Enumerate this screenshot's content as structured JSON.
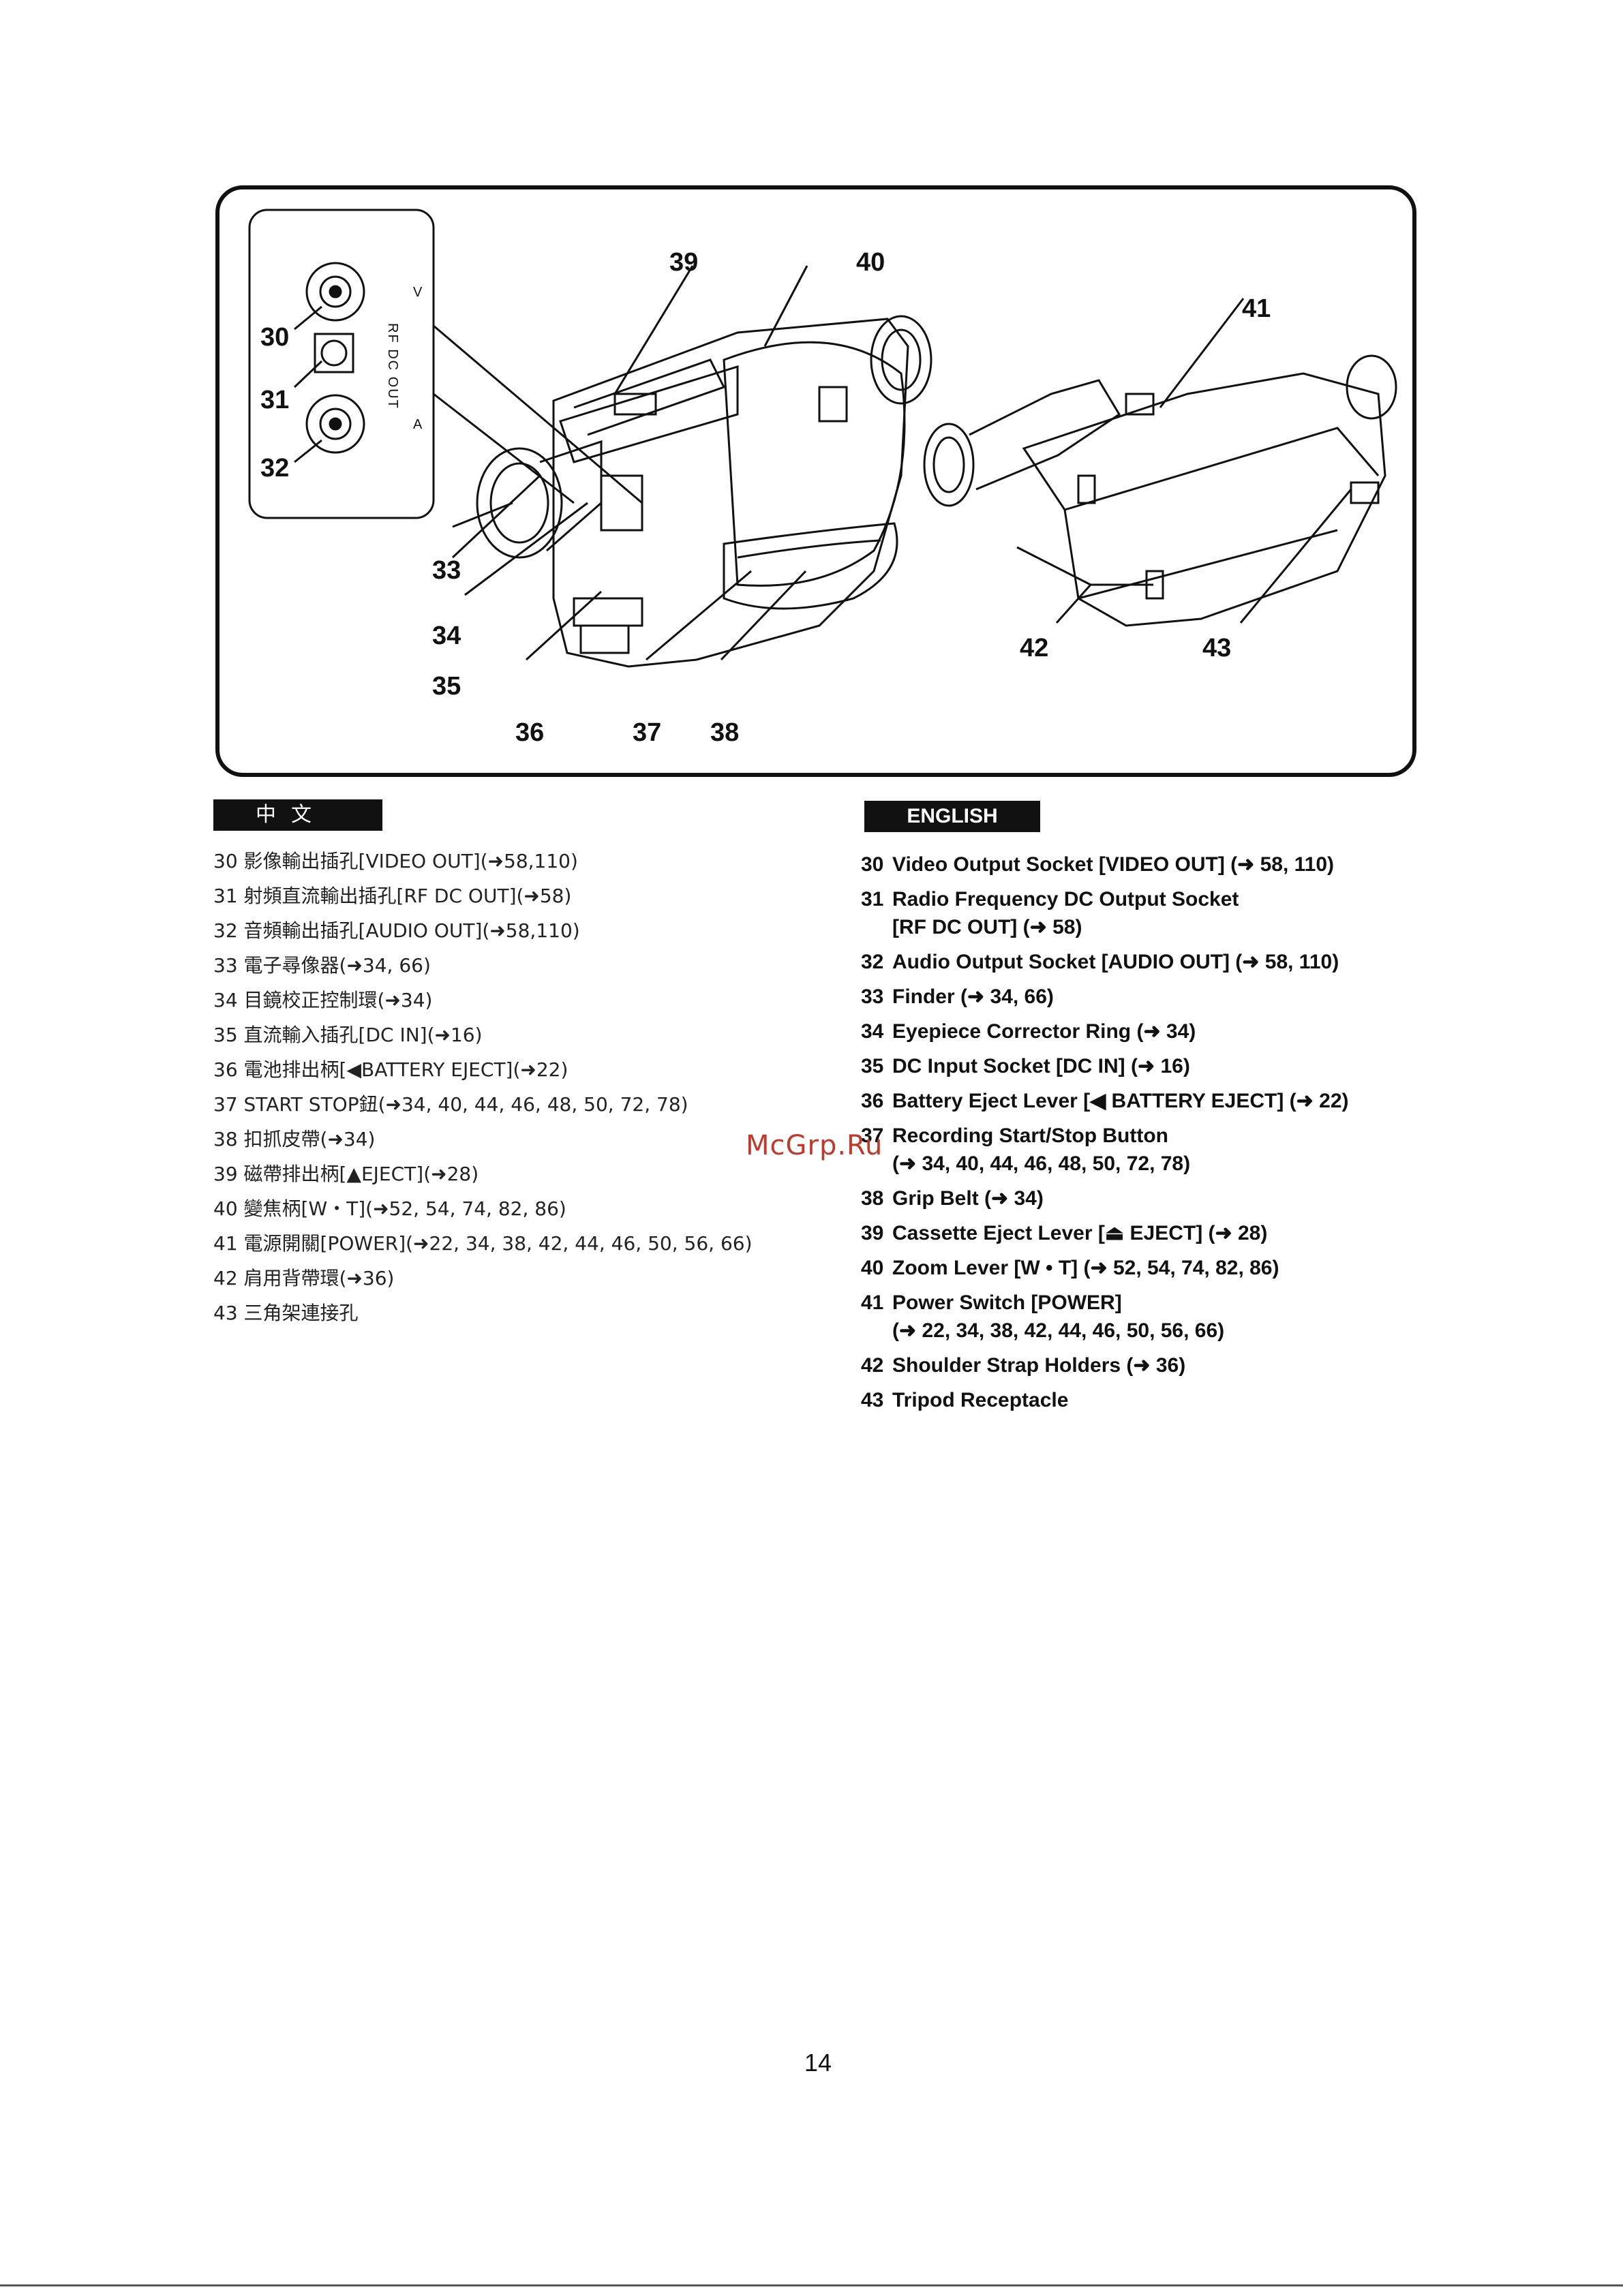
{
  "diagram": {
    "callouts": {
      "c30": "30",
      "c31": "31",
      "c32": "32",
      "c33": "33",
      "c34": "34",
      "c35": "35",
      "c36": "36",
      "c37": "37",
      "c38": "38",
      "c39": "39",
      "c40": "40",
      "c41": "41",
      "c42": "42",
      "c43": "43"
    },
    "sockets": {
      "video_label": "V",
      "rf_label": "RF DC OUT",
      "audio_label": "A"
    }
  },
  "chinese": {
    "header": "中文",
    "items": [
      "30 影像輸出插孔[VIDEO OUT](➜58,110)",
      "31 射頻直流輸出插孔[RF DC OUT](➜58)",
      "32 音頻輸出插孔[AUDIO OUT](➜58,110)",
      "33 電子尋像器(➜34, 66)",
      "34 目鏡校正控制環(➜34)",
      "35 直流輸入插孔[DC IN](➜16)",
      "36 電池排出柄[◀BATTERY EJECT](➜22)",
      "37 START STOP鈕(➜34, 40, 44, 46, 48, 50, 72, 78)",
      "38 扣抓皮帶(➜34)",
      "39 磁帶排出柄[▲EJECT](➜28)",
      "40 變焦柄[W・T](➜52, 54, 74, 82, 86)",
      "41 電源開關[POWER](➜22, 34, 38, 42, 44, 46, 50, 56, 66)",
      "42 肩用背帶環(➜36)",
      "43 三角架連接孔"
    ]
  },
  "english": {
    "header": "ENGLISH",
    "items": [
      {
        "num": "30",
        "text": "Video Output Socket [VIDEO OUT] (➜ 58, 110)",
        "cont": ""
      },
      {
        "num": "31",
        "text": "Radio Frequency DC Output Socket",
        "cont": "[RF DC OUT] (➜ 58)"
      },
      {
        "num": "32",
        "text": "Audio Output Socket [AUDIO OUT] (➜ 58, 110)",
        "cont": ""
      },
      {
        "num": "33",
        "text": "Finder (➜ 34, 66)",
        "cont": ""
      },
      {
        "num": "34",
        "text": "Eyepiece Corrector Ring (➜ 34)",
        "cont": ""
      },
      {
        "num": "35",
        "text": "DC Input Socket [DC IN] (➜ 16)",
        "cont": ""
      },
      {
        "num": "36",
        "text": "Battery Eject Lever [◀ BATTERY EJECT] (➜ 22)",
        "cont": ""
      },
      {
        "num": "37",
        "text": "Recording Start/Stop Button",
        "cont": "(➜ 34, 40, 44, 46, 48, 50, 72, 78)"
      },
      {
        "num": "38",
        "text": "Grip Belt (➜ 34)",
        "cont": ""
      },
      {
        "num": "39",
        "text": "Cassette Eject Lever [⏏ EJECT] (➜ 28)",
        "cont": ""
      },
      {
        "num": "40",
        "text": "Zoom Lever [W • T] (➜ 52, 54, 74, 82, 86)",
        "cont": ""
      },
      {
        "num": "41",
        "text": "Power Switch [POWER]",
        "cont": "(➜ 22, 34, 38, 42, 44, 46, 50, 56, 66)"
      },
      {
        "num": "42",
        "text": "Shoulder Strap Holders (➜ 36)",
        "cont": ""
      },
      {
        "num": "43",
        "text": "Tripod Receptacle",
        "cont": ""
      }
    ]
  },
  "watermark": "McGrp.Ru",
  "page_number": "14"
}
